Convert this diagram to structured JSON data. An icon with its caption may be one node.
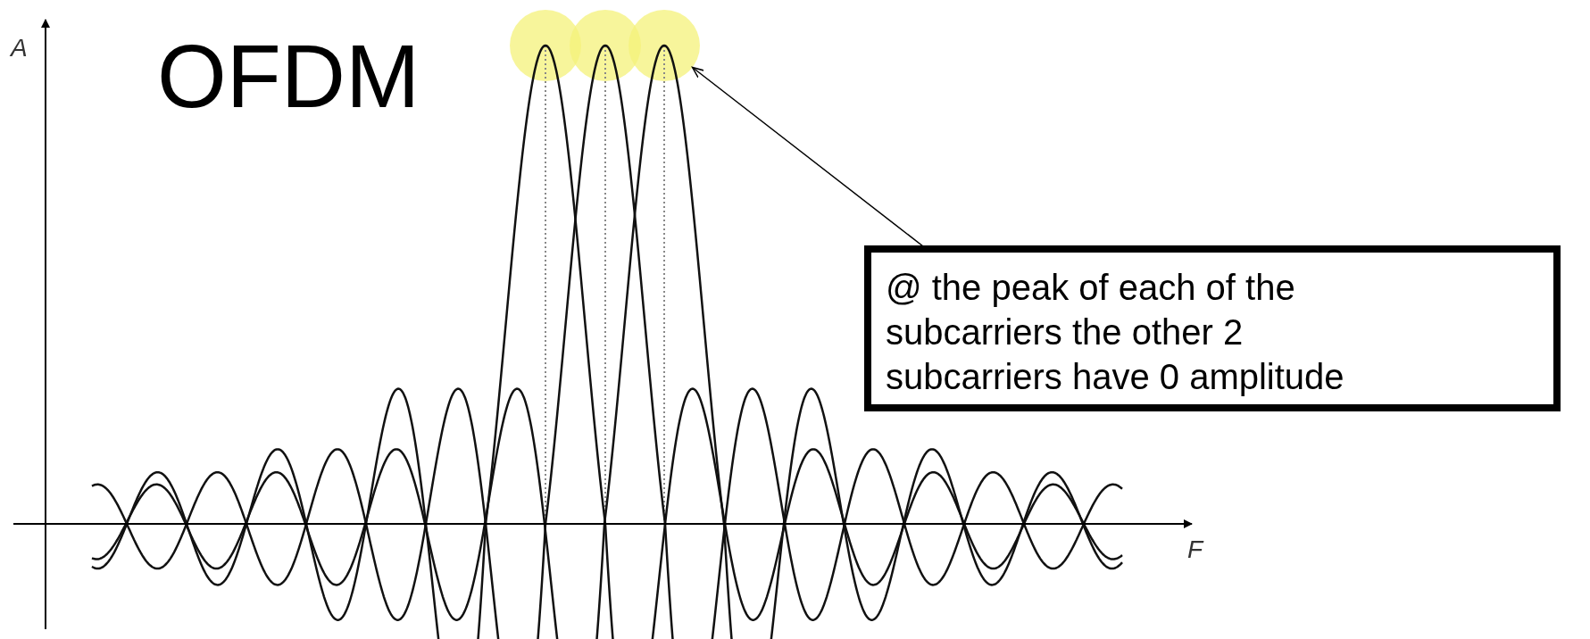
{
  "diagram": {
    "title": "OFDM",
    "nodes": [
      {
        "text": [],
        "shape": "circle"
      },
      {
        "text": [],
        "shape": "circle"
      },
      {
        "text": [],
        "shape": "circle"
      },
      {
        "text": [
          "@ the peak of each of the subcarriers the other 2 subcarriers have 0 amplitude"
        ]
      }
    ],
    "edges": [
      {
        "from": 3,
        "to": 2,
        "arrow": "to"
      }
    ],
    "labels": [
      "A",
      "F"
    ]
  }
}
